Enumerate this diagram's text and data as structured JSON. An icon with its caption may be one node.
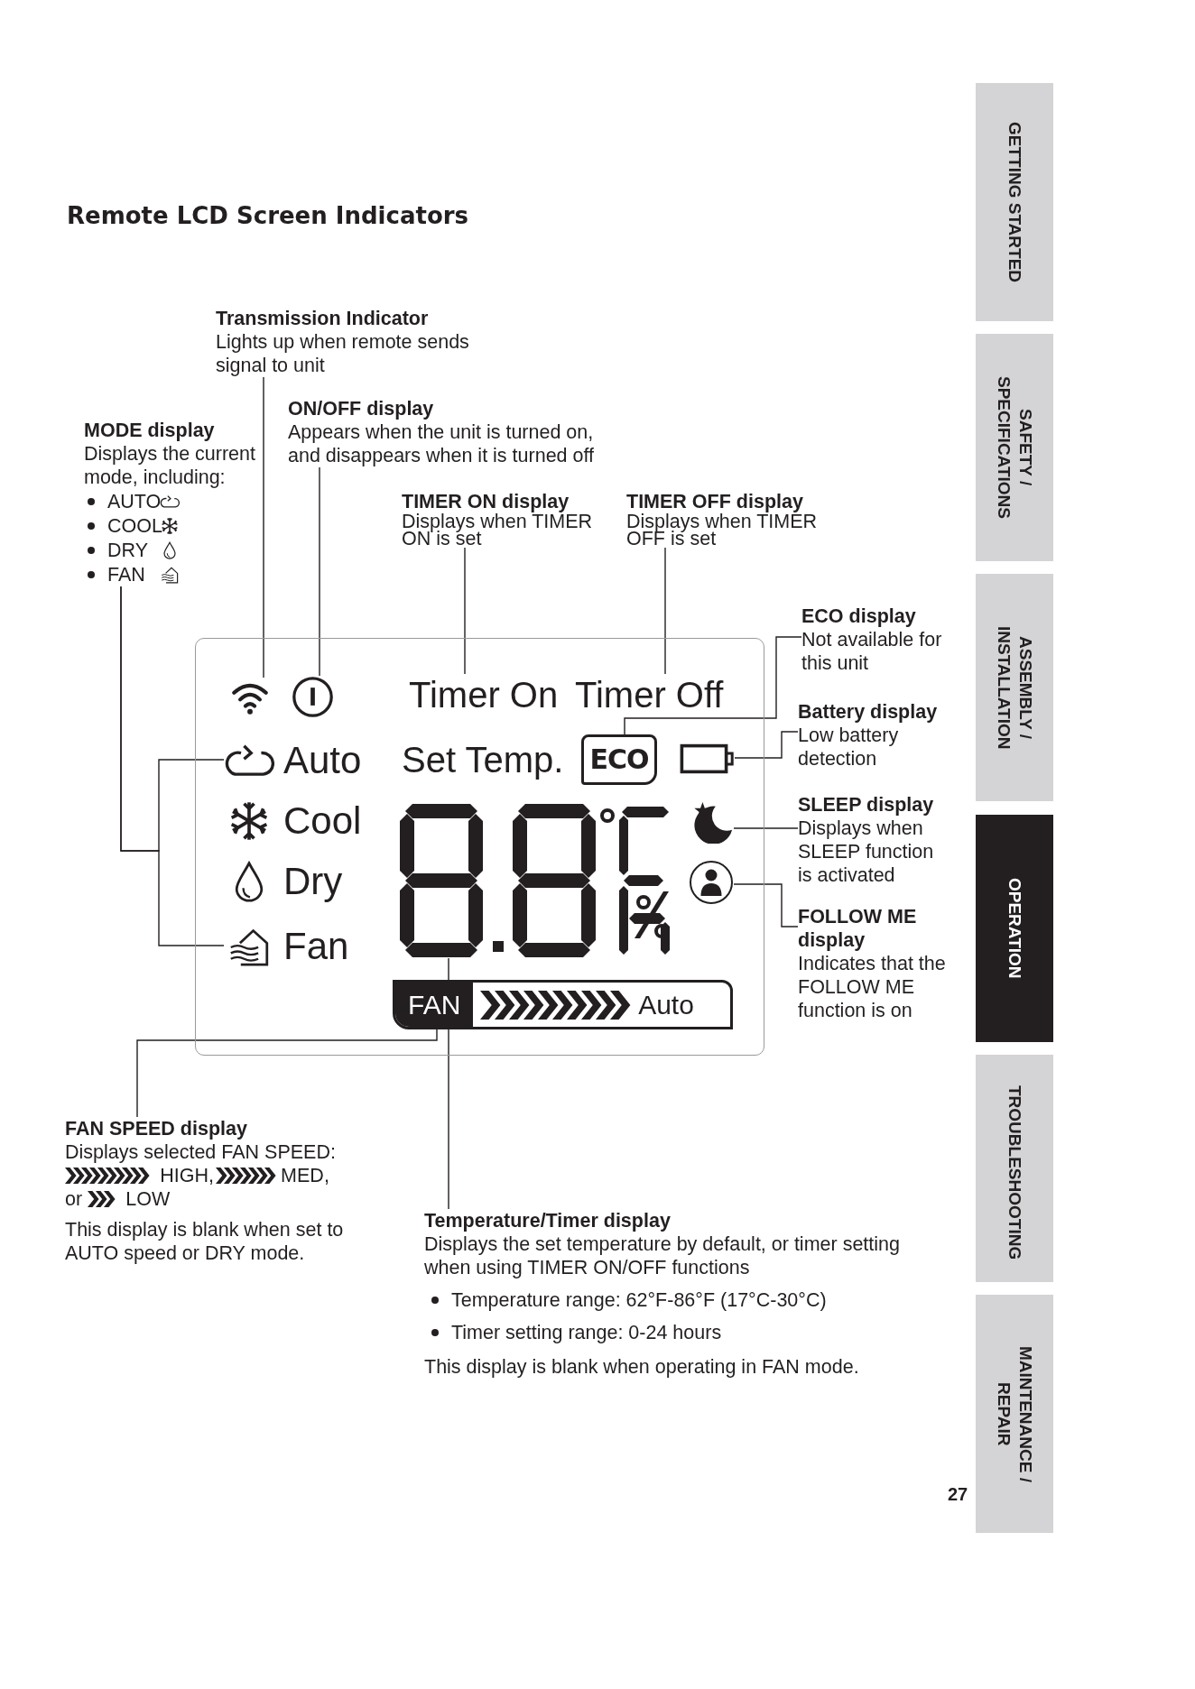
{
  "diagram": {
    "title": "Remote LCD Screen Indicators",
    "nodes": [
      {
        "text": [],
        "shape": "box"
      },
      {
        "text": [
          "Transmission Indicator",
          "Lights up when remote sends signal to unit"
        ]
      },
      {
        "text": [
          "ON/OFF display",
          "Appears when the unit is turned on, and disappears when it is turned off"
        ]
      },
      {
        "text": [
          "MODE display",
          "Displays the current mode, including:",
          "AUTO",
          "COOL",
          "DRY",
          "FAN"
        ]
      },
      {
        "text": [
          "TIMER ON display",
          "Displays when TIMER ON is set"
        ]
      },
      {
        "text": [
          "TIMER OFF display",
          "Displays when TIMER OFF is set"
        ]
      },
      {
        "text": [
          "ECO display",
          "Not available for this unit"
        ]
      },
      {
        "text": [
          "Battery display",
          "Low battery detection"
        ]
      },
      {
        "text": [
          "SLEEP display",
          "Displays when SLEEP function is activated"
        ]
      },
      {
        "text": [
          "FOLLOW ME display",
          "Indicates that the FOLLOW ME function is on"
        ]
      },
      {
        "text": [
          "FAN SPEED display",
          "Displays selected FAN SPEED:",
          "HIGH,",
          "MED,",
          "or",
          "LOW",
          "This display is blank when set to AUTO speed or DRY mode."
        ]
      },
      {
        "text": [
          "Temperature/Timer display",
          "Displays the set temperature by default, or timer setting when using TIMER ON/OFF functions",
          "Temperature range: 62°F-86°F (17°C-30°C)",
          "Timer setting range: 0-24 hours",
          "This display is blank when operating in FAN mode."
        ]
      },
      {
        "text": [],
        "shape": "icon",
        "in": 0
      },
      {
        "text": [],
        "shape": "icon",
        "in": 0
      },
      {
        "text": [
          "Timer On"
        ],
        "in": 0
      },
      {
        "text": [
          "Timer Off"
        ],
        "in": 0
      },
      {
        "text": [
          "ECO"
        ],
        "in": 0
      },
      {
        "text": [],
        "shape": "battery",
        "in": 0
      },
      {
        "text": [],
        "shape": "icon",
        "in": 0
      },
      {
        "text": [],
        "shape": "circle",
        "in": 0
      },
      {
        "text": [
          "Auto"
        ],
        "in": 0
      },
      {
        "text": [
          "Cool"
        ],
        "in": 0
      },
      {
        "text": [
          "Dry"
        ],
        "in": 0
      },
      {
        "text": [
          "Fan"
        ],
        "in": 0
      },
      {
        "text": [
          "Set Temp."
        ],
        "in": 0
      },
      {
        "text": [],
        "shape": "display",
        "in": 0
      },
      {
        "text": [
          "FAN",
          "Auto"
        ],
        "in": 0
      },
      {
        "text": [
          "GETTING STARTED"
        ]
      },
      {
        "text": [
          "SAFETY / SPECIFICATIONS"
        ]
      },
      {
        "text": [
          "ASSEMBLY / INSTALLATION"
        ]
      },
      {
        "text": [
          "OPERATION"
        ]
      },
      {
        "text": [
          "TROUBLESHOOTING"
        ]
      },
      {
        "text": [
          "MAINTENANCE / REPAIR"
        ]
      }
    ],
    "edges": [
      {
        "from": 1,
        "to": 12,
        "arrow": "none"
      },
      {
        "from": 2,
        "to": 13,
        "arrow": "none"
      },
      {
        "from": 4,
        "to": 14,
        "arrow": "none"
      },
      {
        "from": 5,
        "to": 15,
        "arrow": "none"
      },
      {
        "from": 6,
        "to": 16,
        "arrow": "none"
      },
      {
        "from": 7,
        "to": 17,
        "arrow": "none"
      },
      {
        "from": 8,
        "to": 18,
        "arrow": "none"
      },
      {
        "from": 9,
        "to": 19,
        "arrow": "none"
      },
      {
        "from": 3,
        "to": 20,
        "arrow": "none"
      },
      {
        "from": 3,
        "to": 23,
        "arrow": "none"
      },
      {
        "from": 10,
        "to": 26,
        "arrow": "none"
      },
      {
        "from": 11,
        "to": 25,
        "arrow": "none"
      }
    ],
    "labels": [
      "27"
    ]
  }
}
